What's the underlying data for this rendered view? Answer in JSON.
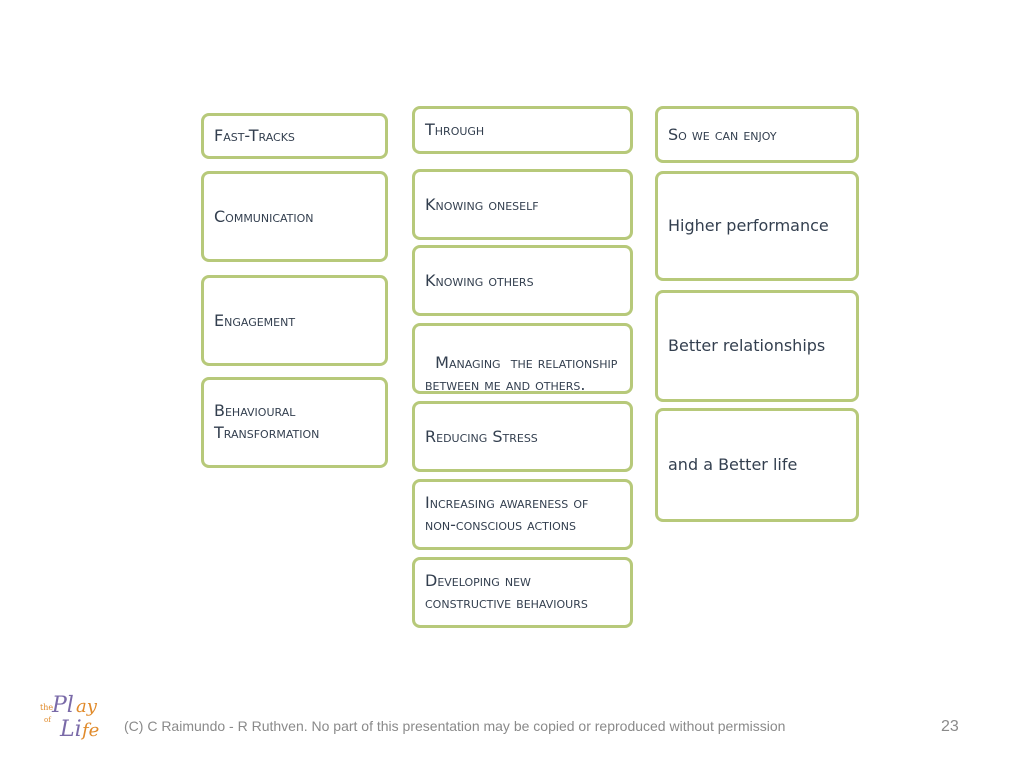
{
  "col1": {
    "header": "Fast-Tracks",
    "items": [
      "Communication",
      "Engagement",
      "Behavioural Transformation"
    ]
  },
  "col2": {
    "header": "Through",
    "items": [
      "Knowing oneself",
      "Knowing others",
      "Managing  the relationship between me and others.",
      "Reducing Stress",
      "Increasing awareness of non-conscious actions",
      "Developing new constructive behaviours"
    ]
  },
  "col3": {
    "header": "So we can enjoy",
    "items": [
      "Higher performance",
      "Better relationships",
      "and a Better life"
    ]
  },
  "footer": {
    "copyright": "(C) C Raimundo - R Ruthven. No part of this presentation may be copied or reproduced  without permission",
    "page_number": "23",
    "logo_text": "The Play of Life"
  },
  "colors": {
    "border": "#b7c97a",
    "text": "#333f4f",
    "footer": "#8a8a8a"
  }
}
